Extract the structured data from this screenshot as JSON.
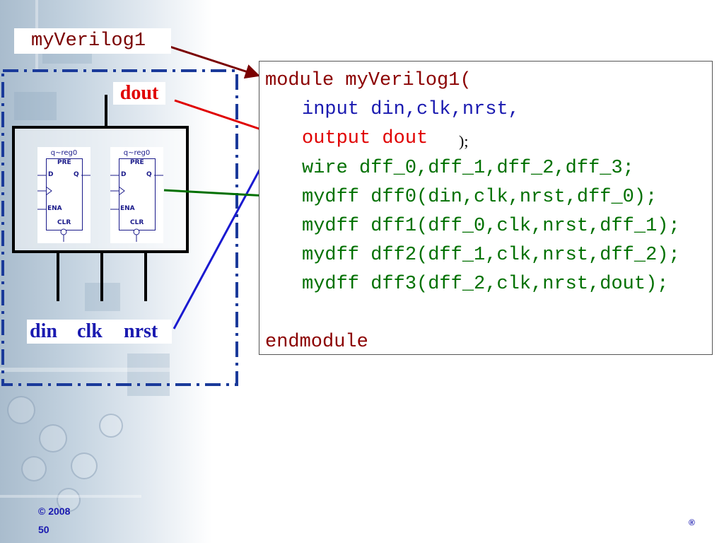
{
  "slide": {
    "title_label": "myVerilog1",
    "output_label": "dout",
    "input_labels": [
      "din",
      "clk",
      "nrst"
    ],
    "registers": [
      {
        "name": "q~reg0",
        "pins": {
          "pre": "PRE",
          "d": "D",
          "q": "Q",
          "ena": "ENA",
          "clr": "CLR"
        }
      },
      {
        "name": "q~reg0",
        "pins": {
          "pre": "PRE",
          "d": "D",
          "q": "Q",
          "ena": "ENA",
          "clr": "CLR"
        }
      }
    ],
    "code": {
      "line1": "module myVerilog1(",
      "line2": "input din,clk,nrst,",
      "line3_code": "output dout",
      "line3_tail": ");",
      "line4": "wire dff_0,dff_1,dff_2,dff_3;",
      "line5": "mydff dff0(din,clk,nrst,dff_0);",
      "line6": "mydff dff1(dff_0,clk,nrst,dff_1);",
      "line7": "mydff dff2(dff_1,clk,nrst,dff_2);",
      "line8": "mydff dff3(dff_2,clk,nrst,dout);",
      "line9": "endmodule"
    },
    "footer": {
      "copyright": "© 2008",
      "page_number": "50",
      "registered_mark": "®"
    },
    "colors": {
      "module_keyword": "#8b0000",
      "input_line": "#1a1ab0",
      "output_line": "#e00000",
      "body_lines": "#007000",
      "title_arrow": "#7a0000",
      "dout_arrow": "#e00000",
      "inputs_arrow": "#1a1ad0",
      "instance_arrow": "#007000",
      "dashed_frame": "#1a3a9a"
    }
  }
}
